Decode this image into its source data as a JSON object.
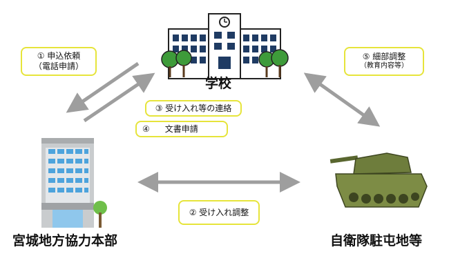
{
  "nodes": {
    "school": "学校",
    "pco": "宮城地方協力本部",
    "sdf": "自衛隊駐屯地等"
  },
  "steps": {
    "s1_line1": "① 申込依頼",
    "s1_line2": "（電話申請）",
    "s2": "② 受け入れ調整",
    "s3": "③ 受け入れ等の連絡",
    "s4_num": "④",
    "s4_text": "文書申請",
    "s5_line1": "⑤ 細部調整",
    "s5_line2": "（教育内容等）"
  },
  "colors": {
    "arrow": "#9e9e9e",
    "box_border": "#e6e43a",
    "tree": "#3e9b3a",
    "tank": "#6e7d3c"
  }
}
